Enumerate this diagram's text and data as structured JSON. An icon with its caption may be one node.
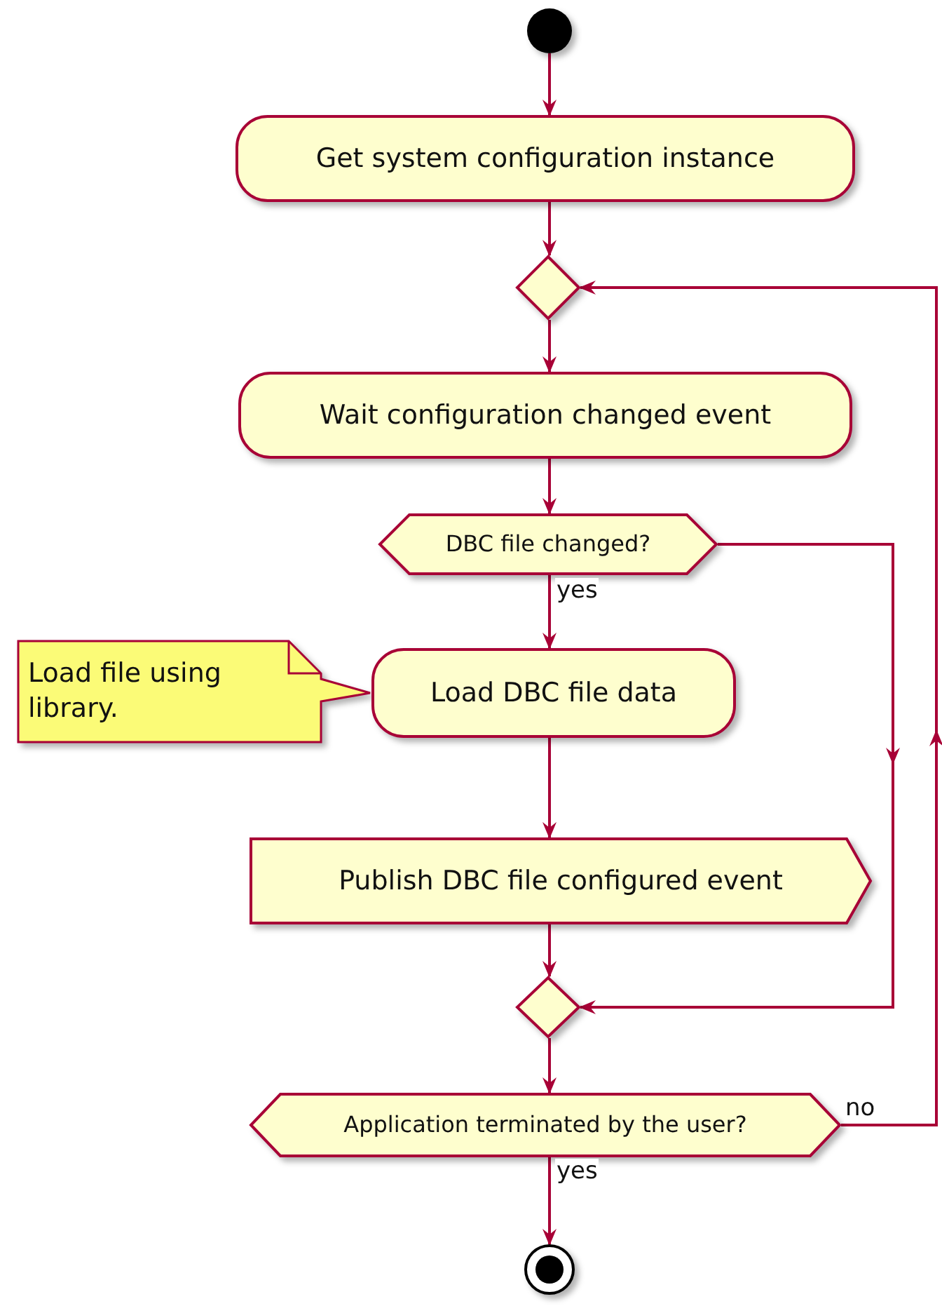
{
  "diagram": {
    "nodes": [
      {
        "text": [],
        "shape": "circle"
      },
      {
        "text": [
          "Get system configuration instance"
        ]
      },
      {
        "text": [],
        "shape": "diamond"
      },
      {
        "text": [
          "Wait configuration changed event"
        ]
      },
      {
        "text": [
          "DBC file changed?"
        ]
      },
      {
        "text": [
          "Load file using library."
        ]
      },
      {
        "text": [
          "Load DBC file data"
        ]
      },
      {
        "text": [
          "Publish DBC file configured event"
        ]
      },
      {
        "text": [],
        "shape": "diamond"
      },
      {
        "text": [
          "Application terminated by the user?"
        ]
      },
      {
        "text": [],
        "shape": "circle"
      }
    ],
    "edges": [
      {
        "from": 0,
        "to": 1,
        "arrow": "to"
      },
      {
        "from": 1,
        "to": 2,
        "arrow": "to"
      },
      {
        "from": 2,
        "to": 3,
        "arrow": "to"
      },
      {
        "from": 3,
        "to": 4,
        "arrow": "to"
      },
      {
        "from": 4,
        "to": 6,
        "arrow": "to",
        "label": "yes"
      },
      {
        "from": 4,
        "to": 8,
        "arrow": "to"
      },
      {
        "from": 6,
        "to": 7,
        "arrow": "to"
      },
      {
        "from": 7,
        "to": 8,
        "arrow": "to"
      },
      {
        "from": 8,
        "to": 9,
        "arrow": "to"
      },
      {
        "from": 9,
        "to": 10,
        "arrow": "to",
        "label": "yes"
      },
      {
        "from": 9,
        "to": 2,
        "arrow": "to",
        "label": "no"
      }
    ]
  }
}
